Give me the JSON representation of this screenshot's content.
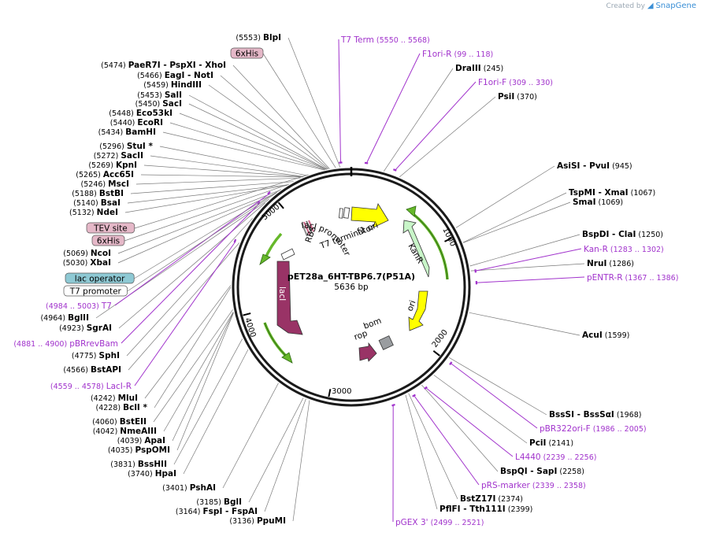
{
  "header": {
    "credit_prefix": "Created by",
    "brand": "SnapGene",
    "brand_icon": "snapgene-logo-icon"
  },
  "plasmid": {
    "name": "pET28a_6HT-TBP6.7(P51A)",
    "size_label": "5636 bp",
    "length": 5636
  },
  "ticks": [
    "1000",
    "2000",
    "3000",
    "4000",
    "5000"
  ],
  "features": {
    "f1_ori": "f1 ori",
    "kanr": "KanR",
    "ori": "ori",
    "bom": "bom",
    "rop": "rop",
    "laci": "lacI",
    "laci_promoter": "lacI promoter",
    "rbs": "RBS",
    "t7_terminator": "T7 terminator"
  },
  "sites_left": [
    {
      "pos": "(5553)",
      "name": "BlpI"
    },
    {
      "pos": "(5474)",
      "name": "PaeR7I",
      "name2": "- PspXI",
      "name3": "- XhoI"
    },
    {
      "pos": "(5466)",
      "name": "EagI",
      "name2": "- NotI"
    },
    {
      "pos": "(5459)",
      "name": "HindIII"
    },
    {
      "pos": "(5453)",
      "name": "SalI"
    },
    {
      "pos": "(5450)",
      "name": "SacI"
    },
    {
      "pos": "(5448)",
      "name": "Eco53kI"
    },
    {
      "pos": "(5440)",
      "name": "EcoRI"
    },
    {
      "pos": "(5434)",
      "name": "BamHI"
    },
    {
      "pos": "(5296)",
      "name": "StuI *"
    },
    {
      "pos": "(5272)",
      "name": "SacII"
    },
    {
      "pos": "(5269)",
      "name": "KpnI"
    },
    {
      "pos": "(5265)",
      "name": "Acc65I"
    },
    {
      "pos": "(5246)",
      "name": "MscI"
    },
    {
      "pos": "(5188)",
      "name": "BstBI"
    },
    {
      "pos": "(5140)",
      "name": "BsaI"
    },
    {
      "pos": "(5132)",
      "name": "NdeI"
    },
    {
      "pos": "(5069)",
      "name": "NcoI"
    },
    {
      "pos": "(5030)",
      "name": "XbaI"
    },
    {
      "pos": "(4964)",
      "name": "BglII"
    },
    {
      "pos": "(4923)",
      "name": "SgrAI"
    },
    {
      "pos": "(4775)",
      "name": "SphI"
    },
    {
      "pos": "(4566)",
      "name": "BstAPI"
    },
    {
      "pos": "(4242)",
      "name": "MluI"
    },
    {
      "pos": "(4228)",
      "name": "BclI *"
    },
    {
      "pos": "(4060)",
      "name": "BstEII"
    },
    {
      "pos": "(4042)",
      "name": "NmeAIII"
    },
    {
      "pos": "(4039)",
      "name": "ApaI"
    },
    {
      "pos": "(4035)",
      "name": "PspOMI"
    },
    {
      "pos": "(3831)",
      "name": "BssHII"
    },
    {
      "pos": "(3740)",
      "name": "HpaI"
    },
    {
      "pos": "(3401)",
      "name": "PshAI"
    },
    {
      "pos": "(3185)",
      "name": "BglI"
    },
    {
      "pos": "(3164)",
      "name": "FspI",
      "name2": "- FspAI"
    },
    {
      "pos": "(3136)",
      "name": "PpuMI"
    }
  ],
  "sites_right": [
    {
      "name": "DraIII",
      "pos": "(245)"
    },
    {
      "name": "PsiI",
      "pos": "(370)"
    },
    {
      "name": "AsiSI",
      "name2": "- PvuI",
      "pos": "(945)"
    },
    {
      "name": "TspMI",
      "name2": "- XmaI",
      "pos": "(1067)"
    },
    {
      "name": "SmaI",
      "pos": "(1069)"
    },
    {
      "name": "BspDI",
      "name2": "- ClaI",
      "pos": "(1250)"
    },
    {
      "name": "NruI",
      "pos": "(1286)"
    },
    {
      "name": "AcuI",
      "pos": "(1599)"
    },
    {
      "name": "BssSI",
      "name2": "- BssSαI",
      "pos": "(1968)"
    },
    {
      "name": "PciI",
      "pos": "(2141)"
    },
    {
      "name": "BspQI",
      "name2": "- SapI",
      "pos": "(2258)"
    },
    {
      "name": "BstZ17I",
      "pos": "(2374)"
    },
    {
      "name": "PflFI",
      "name2": "- Tth111I",
      "pos": "(2399)"
    }
  ],
  "primers": [
    {
      "name": "T7 Term",
      "range": "(5550 .. 5568)"
    },
    {
      "name": "F1ori-R",
      "range": "(99 .. 118)"
    },
    {
      "name": "F1ori-F",
      "range": "(309 .. 330)"
    },
    {
      "name": "Kan-R",
      "range": "(1283 .. 1302)"
    },
    {
      "name": "pENTR-R",
      "range": "(1367 .. 1386)"
    },
    {
      "name": "pBR322ori-F",
      "range": "(1986 .. 2005)"
    },
    {
      "name": "L4440",
      "range": "(2239 .. 2256)"
    },
    {
      "name": "pRS-marker",
      "range": "(2339 .. 2358)"
    },
    {
      "name": "pGEX 3'",
      "range": "(2499 .. 2521)"
    },
    {
      "name": "T7",
      "range": "(4984 .. 5003)"
    },
    {
      "name": "pBRrevBam",
      "range": "(4881 .. 4900)"
    },
    {
      "name": "LacI-R",
      "range": "(4559 .. 4578)"
    }
  ],
  "boxes": [
    {
      "label": "6xHis",
      "style": "pink"
    },
    {
      "label": "TEV site",
      "style": "pink"
    },
    {
      "label": "6xHis",
      "style": "pink"
    },
    {
      "label": "lac operator",
      "style": "teal"
    },
    {
      "label": "T7 promoter",
      "style": "white"
    }
  ],
  "colors": {
    "backbone": "#1a1a1a",
    "primer": "#a133cc",
    "f1_ori": "#ffff00",
    "kanr": "#c8f5c8",
    "ori": "#ffff00",
    "laci": "#993366",
    "rop": "#993366",
    "bom": "#9a9da0",
    "box_pink": "#e5b8c8",
    "box_teal": "#8ec9d4",
    "arc": "#66b82a",
    "sitelead": "#7a7a7a"
  }
}
